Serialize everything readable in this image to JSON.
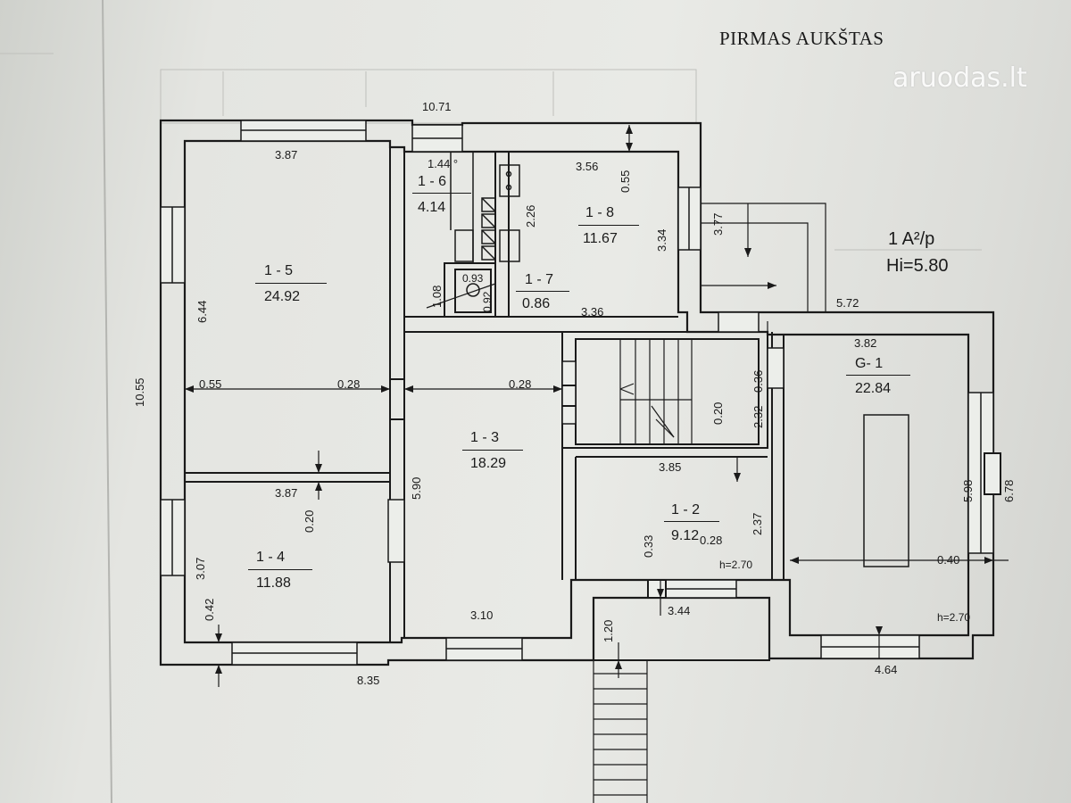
{
  "title": "PIRMAS AUKŠTAS",
  "watermark": "aruodas.lt",
  "legend": {
    "line1": "1 A²/p",
    "line2": "Hi=5.80"
  },
  "rooms": [
    {
      "id": "1-5",
      "label": "1 - 5",
      "area": "24.92"
    },
    {
      "id": "1-6",
      "label": "1 - 6",
      "area": "4.14"
    },
    {
      "id": "1-8",
      "label": "1 - 8",
      "area": "11.67"
    },
    {
      "id": "1-7",
      "label": "1 - 7",
      "area": "0.86"
    },
    {
      "id": "1-3",
      "label": "1 - 3",
      "area": "18.29"
    },
    {
      "id": "1-4",
      "label": "1 - 4",
      "area": "11.88"
    },
    {
      "id": "1-2",
      "label": "1 - 2",
      "area": "9.12"
    },
    {
      "id": "G-1",
      "label": "G- 1",
      "area": "22.84"
    }
  ],
  "dimensions": {
    "d_10_71": "10.71",
    "d_3_87_top": "3.87",
    "d_1_44": "1.44 °",
    "d_3_56": "3.56",
    "d_0_55_top": "0.55",
    "d_2_26": "2.26",
    "d_3_34": "3.34",
    "d_3_77": "3.77",
    "d_5_72": "5.72",
    "d_3_82": "3.82",
    "d_6_44": "6.44",
    "d_10_55": "10.55",
    "d_0_55_left": "0.55",
    "d_0_28_a": "0.28",
    "d_0_28_b": "0.28",
    "d_1_08": "1.08",
    "d_0_93": "0.93",
    "d_0_92": "0.92",
    "d_3_36": "3.36",
    "d_0_36": "0.36",
    "d_2_32": "2.32",
    "d_0_20_stair": "0.20",
    "d_5_90": "5.90",
    "d_3_87_mid": "3.87",
    "d_0_20_mid": "0.20",
    "d_3_85": "3.85",
    "d_2_37": "2.37",
    "d_0_33": "0.33",
    "d_0_28_c": "0.28",
    "d_h270_a": "h=2.70",
    "d_5_98": "5.98",
    "d_6_78": "6.78",
    "d_0_40": "0.40",
    "d_h270_b": "h=2.70",
    "d_3_07": "3.07",
    "d_0_42": "0.42",
    "d_3_10": "3.10",
    "d_1_20": "1.20",
    "d_3_44": "3.44",
    "d_8_35": "8.35",
    "d_4_64": "4.64"
  },
  "colors": {
    "ink": "#1a1a1a",
    "paper": "#e8e9e5"
  }
}
